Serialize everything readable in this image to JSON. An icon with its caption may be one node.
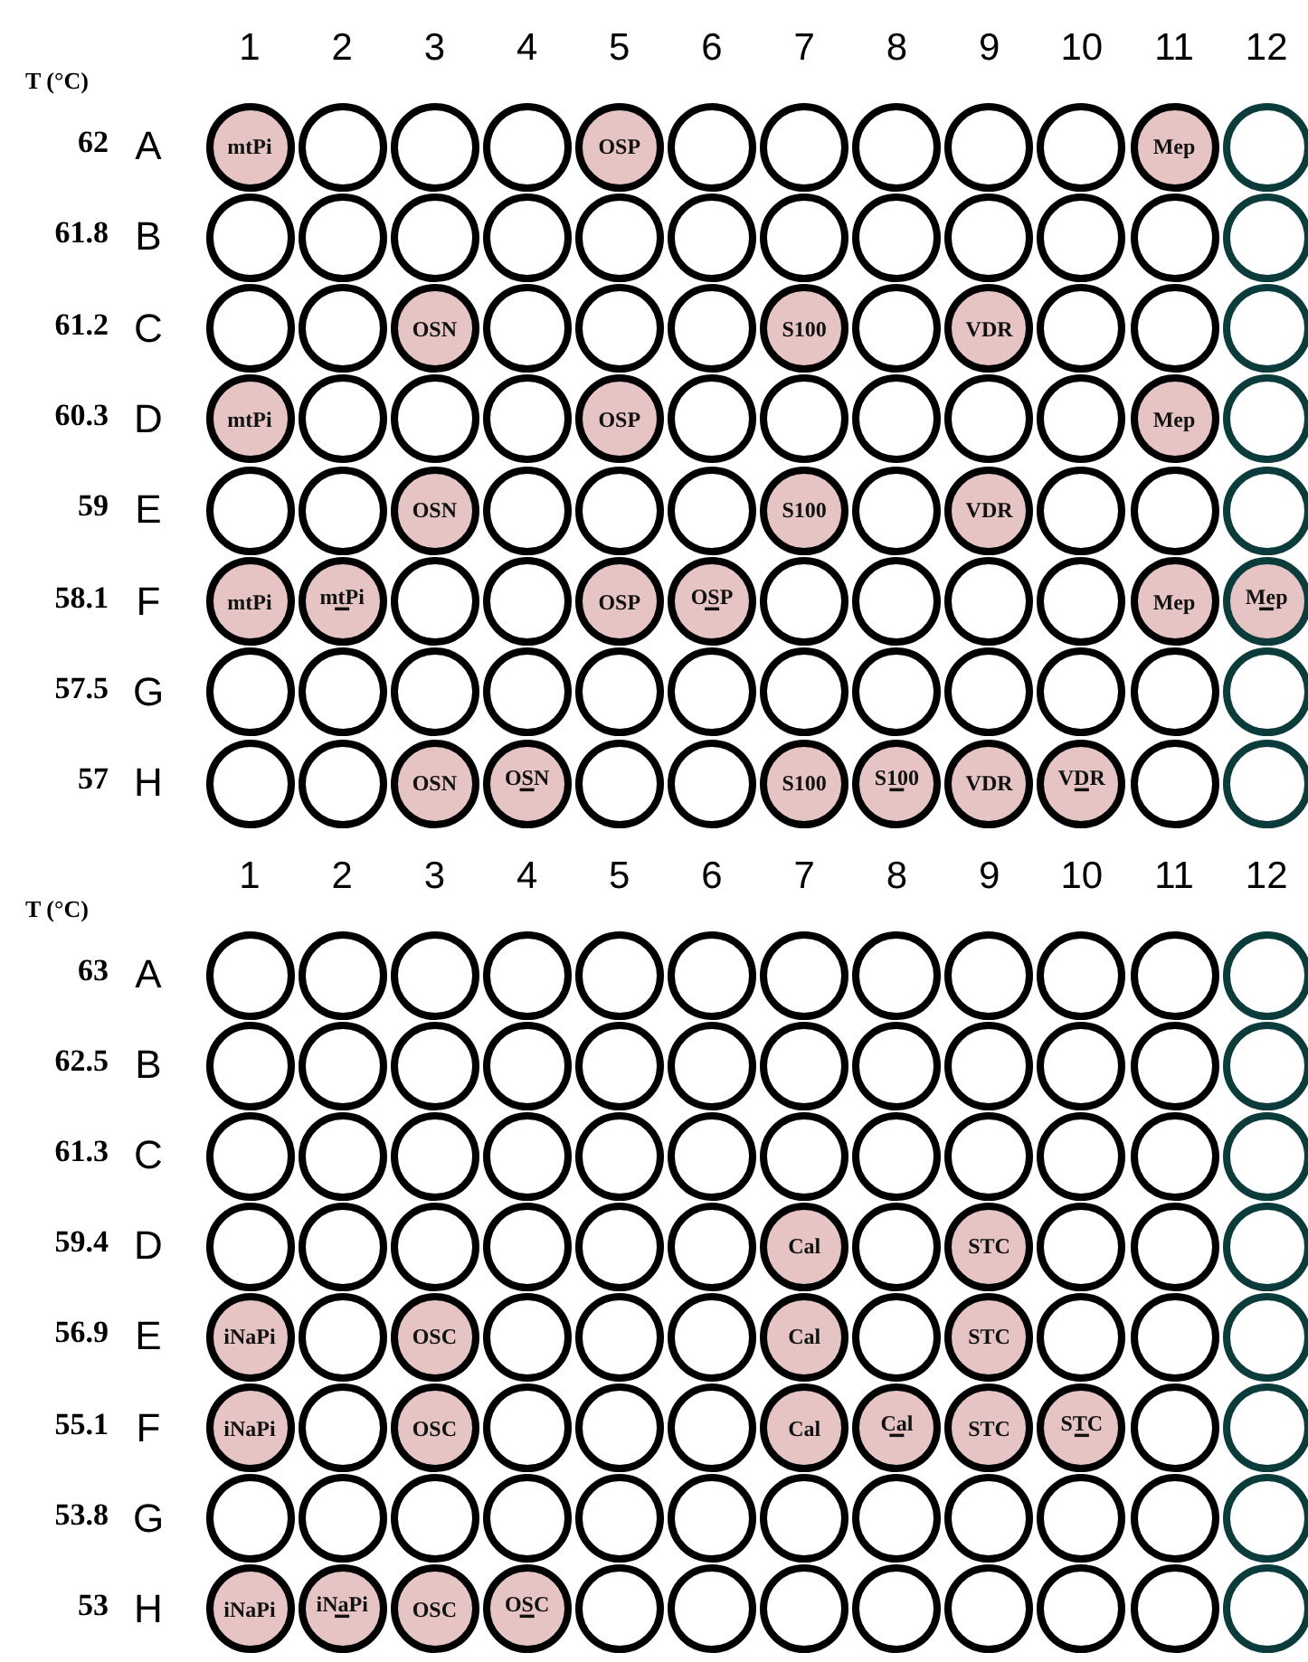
{
  "diagram": {
    "nodes": [
      {
        "text": [
          "mtPi"
        ]
      },
      {
        "text": [],
        "shape": "circle"
      },
      {
        "text": [],
        "shape": "circle"
      },
      {
        "text": [],
        "shape": "circle"
      },
      {
        "text": [
          "OSP"
        ]
      },
      {
        "text": [],
        "shape": "circle"
      },
      {
        "text": [],
        "shape": "circle"
      },
      {
        "text": [],
        "shape": "circle"
      },
      {
        "text": [],
        "shape": "circle"
      },
      {
        "text": [],
        "shape": "circle"
      },
      {
        "text": [
          "Mep"
        ]
      },
      {
        "text": [],
        "shape": "circle"
      },
      {
        "text": [],
        "shape": "circle"
      },
      {
        "text": [],
        "shape": "circle"
      },
      {
        "text": [],
        "shape": "circle"
      },
      {
        "text": [],
        "shape": "circle"
      },
      {
        "text": [],
        "shape": "circle"
      },
      {
        "text": [],
        "shape": "circle"
      },
      {
        "text": [],
        "shape": "circle"
      },
      {
        "text": [],
        "shape": "circle"
      },
      {
        "text": [],
        "shape": "circle"
      },
      {
        "text": [],
        "shape": "circle"
      },
      {
        "text": [],
        "shape": "circle"
      },
      {
        "text": [],
        "shape": "circle"
      },
      {
        "text": [],
        "shape": "circle"
      },
      {
        "text": [],
        "shape": "circle"
      },
      {
        "text": [
          "OSN"
        ]
      },
      {
        "text": [],
        "shape": "circle"
      },
      {
        "text": [],
        "shape": "circle"
      },
      {
        "text": [],
        "shape": "circle"
      },
      {
        "text": [
          "S100"
        ]
      },
      {
        "text": [],
        "shape": "circle"
      },
      {
        "text": [
          "VDR"
        ]
      },
      {
        "text": [],
        "shape": "circle"
      },
      {
        "text": [],
        "shape": "circle"
      },
      {
        "text": [],
        "shape": "circle"
      },
      {
        "text": [
          "mtPi"
        ]
      },
      {
        "text": [],
        "shape": "circle"
      },
      {
        "text": [],
        "shape": "circle"
      },
      {
        "text": [],
        "shape": "circle"
      },
      {
        "text": [
          "OSP"
        ]
      },
      {
        "text": [],
        "shape": "circle"
      },
      {
        "text": [],
        "shape": "circle"
      },
      {
        "text": [],
        "shape": "circle"
      },
      {
        "text": [],
        "shape": "circle"
      },
      {
        "text": [],
        "shape": "circle"
      },
      {
        "text": [
          "Mep"
        ]
      },
      {
        "text": [],
        "shape": "circle"
      },
      {
        "text": [],
        "shape": "circle"
      },
      {
        "text": [],
        "shape": "circle"
      },
      {
        "text": [
          "OSN"
        ]
      },
      {
        "text": [],
        "shape": "circle"
      },
      {
        "text": [],
        "shape": "circle"
      },
      {
        "text": [],
        "shape": "circle"
      },
      {
        "text": [
          "S100"
        ]
      },
      {
        "text": [],
        "shape": "circle"
      },
      {
        "text": [
          "VDR"
        ]
      },
      {
        "text": [],
        "shape": "circle"
      },
      {
        "text": [],
        "shape": "circle"
      },
      {
        "text": [],
        "shape": "circle"
      },
      {
        "text": [
          "mtPi"
        ]
      },
      {
        "text": [
          "mtPi",
          "−"
        ]
      },
      {
        "text": [],
        "shape": "circle"
      },
      {
        "text": [],
        "shape": "circle"
      },
      {
        "text": [
          "OSP"
        ]
      },
      {
        "text": [
          "OSP",
          "−"
        ]
      },
      {
        "text": [],
        "shape": "circle"
      },
      {
        "text": [],
        "shape": "circle"
      },
      {
        "text": [],
        "shape": "circle"
      },
      {
        "text": [],
        "shape": "circle"
      },
      {
        "text": [
          "Mep"
        ]
      },
      {
        "text": [
          "Mep",
          "−"
        ]
      },
      {
        "text": [],
        "shape": "circle"
      },
      {
        "text": [],
        "shape": "circle"
      },
      {
        "text": [],
        "shape": "circle"
      },
      {
        "text": [],
        "shape": "circle"
      },
      {
        "text": [],
        "shape": "circle"
      },
      {
        "text": [],
        "shape": "circle"
      },
      {
        "text": [],
        "shape": "circle"
      },
      {
        "text": [],
        "shape": "circle"
      },
      {
        "text": [],
        "shape": "circle"
      },
      {
        "text": [],
        "shape": "circle"
      },
      {
        "text": [],
        "shape": "circle"
      },
      {
        "text": [],
        "shape": "circle"
      },
      {
        "text": [],
        "shape": "circle"
      },
      {
        "text": [],
        "shape": "circle"
      },
      {
        "text": [
          "OSN"
        ]
      },
      {
        "text": [
          "OSN",
          "−"
        ]
      },
      {
        "text": [],
        "shape": "circle"
      },
      {
        "text": [],
        "shape": "circle"
      },
      {
        "text": [
          "S100"
        ]
      },
      {
        "text": [
          "S100",
          "−"
        ]
      },
      {
        "text": [
          "VDR"
        ]
      },
      {
        "text": [
          "VDR",
          "−"
        ]
      },
      {
        "text": [],
        "shape": "circle"
      },
      {
        "text": [],
        "shape": "circle"
      },
      {
        "text": [],
        "shape": "circle"
      },
      {
        "text": [],
        "shape": "circle"
      },
      {
        "text": [],
        "shape": "circle"
      },
      {
        "text": [],
        "shape": "circle"
      },
      {
        "text": [],
        "shape": "circle"
      },
      {
        "text": [],
        "shape": "circle"
      },
      {
        "text": [],
        "shape": "circle"
      },
      {
        "text": [],
        "shape": "circle"
      },
      {
        "text": [],
        "shape": "circle"
      },
      {
        "text": [],
        "shape": "circle"
      },
      {
        "text": [],
        "shape": "circle"
      },
      {
        "text": [],
        "shape": "circle"
      },
      {
        "text": [],
        "shape": "circle"
      },
      {
        "text": [],
        "shape": "circle"
      },
      {
        "text": [],
        "shape": "circle"
      },
      {
        "text": [],
        "shape": "circle"
      },
      {
        "text": [],
        "shape": "circle"
      },
      {
        "text": [],
        "shape": "circle"
      },
      {
        "text": [],
        "shape": "circle"
      },
      {
        "text": [],
        "shape": "circle"
      },
      {
        "text": [],
        "shape": "circle"
      },
      {
        "text": [],
        "shape": "circle"
      },
      {
        "text": [],
        "shape": "circle"
      },
      {
        "text": [],
        "shape": "circle"
      },
      {
        "text": [],
        "shape": "circle"
      },
      {
        "text": [],
        "shape": "circle"
      },
      {
        "text": [],
        "shape": "circle"
      },
      {
        "text": [],
        "shape": "circle"
      },
      {
        "text": [],
        "shape": "circle"
      },
      {
        "text": [],
        "shape": "circle"
      },
      {
        "text": [],
        "shape": "circle"
      },
      {
        "text": [],
        "shape": "circle"
      },
      {
        "text": [],
        "shape": "circle"
      },
      {
        "text": [],
        "shape": "circle"
      },
      {
        "text": [],
        "shape": "circle"
      },
      {
        "text": [],
        "shape": "circle"
      },
      {
        "text": [],
        "shape": "circle"
      },
      {
        "text": [],
        "shape": "circle"
      },
      {
        "text": [],
        "shape": "circle"
      },
      {
        "text": [],
        "shape": "circle"
      },
      {
        "text": [],
        "shape": "circle"
      },
      {
        "text": [],
        "shape": "circle"
      },
      {
        "text": [
          "Cal"
        ]
      },
      {
        "text": [],
        "shape": "circle"
      },
      {
        "text": [
          "STC"
        ]
      },
      {
        "text": [],
        "shape": "circle"
      },
      {
        "text": [],
        "shape": "circle"
      },
      {
        "text": [],
        "shape": "circle"
      },
      {
        "text": [
          "iNaPi"
        ]
      },
      {
        "text": [],
        "shape": "circle"
      },
      {
        "text": [
          "OSC"
        ]
      },
      {
        "text": [],
        "shape": "circle"
      },
      {
        "text": [],
        "shape": "circle"
      },
      {
        "text": [],
        "shape": "circle"
      },
      {
        "text": [
          "Cal"
        ]
      },
      {
        "text": [],
        "shape": "circle"
      },
      {
        "text": [
          "STC"
        ]
      },
      {
        "text": [],
        "shape": "circle"
      },
      {
        "text": [],
        "shape": "circle"
      },
      {
        "text": [],
        "shape": "circle"
      },
      {
        "text": [
          "iNaPi"
        ]
      },
      {
        "text": [],
        "shape": "circle"
      },
      {
        "text": [
          "OSC"
        ]
      },
      {
        "text": [],
        "shape": "circle"
      },
      {
        "text": [],
        "shape": "circle"
      },
      {
        "text": [],
        "shape": "circle"
      },
      {
        "text": [
          "Cal"
        ]
      },
      {
        "text": [
          "Cal",
          "−"
        ]
      },
      {
        "text": [
          "STC"
        ]
      },
      {
        "text": [
          "STC",
          "−"
        ]
      },
      {
        "text": [],
        "shape": "circle"
      },
      {
        "text": [],
        "shape": "circle"
      },
      {
        "text": [],
        "shape": "circle"
      },
      {
        "text": [],
        "shape": "circle"
      },
      {
        "text": [],
        "shape": "circle"
      },
      {
        "text": [],
        "shape": "circle"
      },
      {
        "text": [],
        "shape": "circle"
      },
      {
        "text": [],
        "shape": "circle"
      },
      {
        "text": [],
        "shape": "circle"
      },
      {
        "text": [],
        "shape": "circle"
      },
      {
        "text": [],
        "shape": "circle"
      },
      {
        "text": [],
        "shape": "circle"
      },
      {
        "text": [],
        "shape": "circle"
      },
      {
        "text": [],
        "shape": "circle"
      },
      {
        "text": [
          "iNaPi"
        ]
      },
      {
        "text": [
          "iNaPi",
          "−"
        ]
      },
      {
        "text": [
          "OSC"
        ]
      },
      {
        "text": [
          "OSC",
          "−"
        ]
      },
      {
        "text": [],
        "shape": "circle"
      },
      {
        "text": [],
        "shape": "circle"
      },
      {
        "text": [],
        "shape": "circle"
      },
      {
        "text": [],
        "shape": "circle"
      },
      {
        "text": [],
        "shape": "circle"
      },
      {
        "text": [],
        "shape": "circle"
      },
      {
        "text": [],
        "shape": "circle"
      },
      {
        "text": [],
        "shape": "circle"
      }
    ],
    "labels": [
      "1",
      "2",
      "3",
      "4",
      "5",
      "6",
      "7",
      "8",
      "9",
      "10",
      "11",
      "12",
      "T (°C)",
      "62",
      "A",
      "61.8",
      "B",
      "61.2",
      "C",
      "60.3",
      "D",
      "59",
      "E",
      "58.1",
      "F",
      "57.5",
      "G",
      "57",
      "H",
      "1",
      "2",
      "3",
      "4",
      "5",
      "6",
      "7",
      "8",
      "9",
      "10",
      "11",
      "12",
      "T (°C)",
      "63",
      "A",
      "62.5",
      "B",
      "61.3",
      "C",
      "59.4",
      "D",
      "56.9",
      "E",
      "55.1",
      "F",
      "53.8",
      "G",
      "53",
      "H"
    ]
  }
}
